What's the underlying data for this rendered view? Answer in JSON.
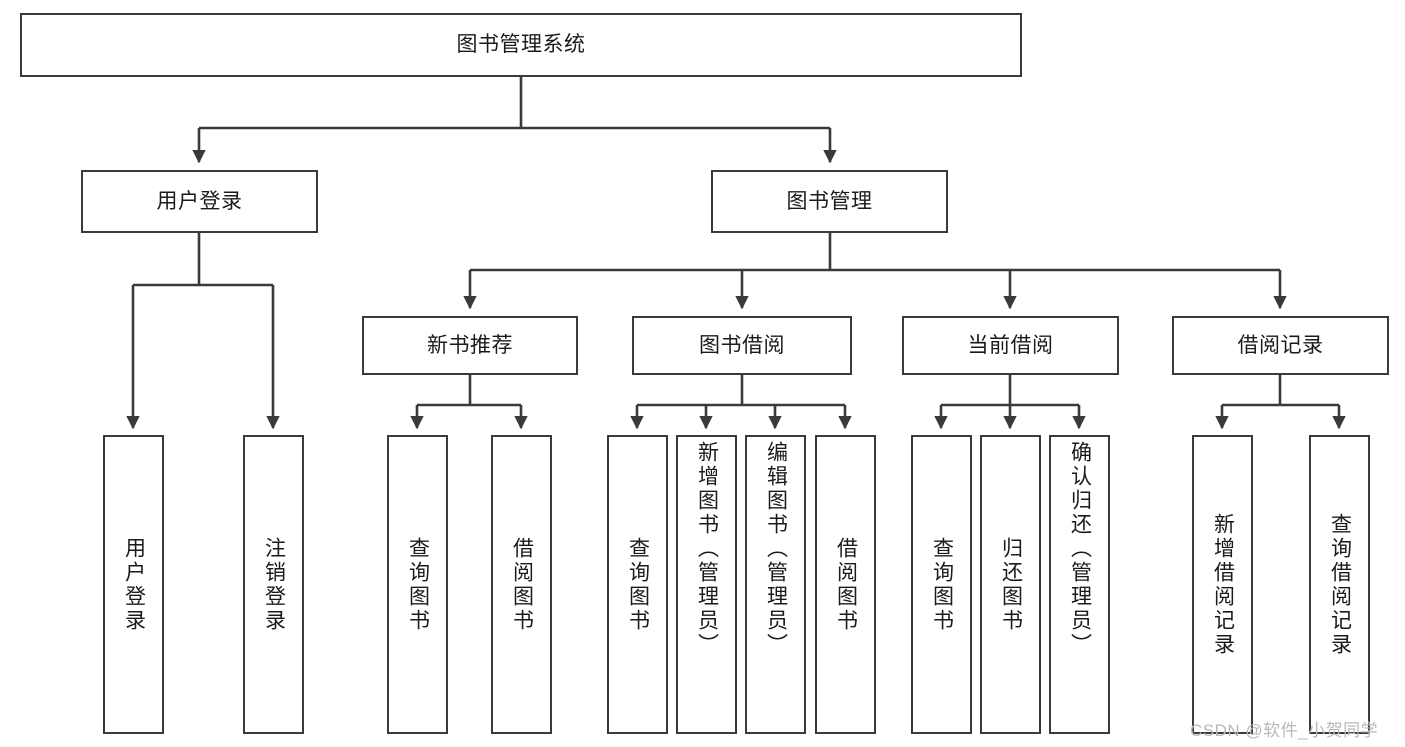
{
  "diagram": {
    "type": "tree",
    "title": "图书管理系统",
    "root": {
      "id": "root",
      "label": "图书管理系统"
    },
    "level2": [
      {
        "id": "user-login",
        "label": "用户登录"
      },
      {
        "id": "book-manage",
        "label": "图书管理"
      }
    ],
    "level3": [
      {
        "id": "new-book-recommend",
        "label": "新书推荐",
        "parent": "book-manage"
      },
      {
        "id": "book-borrow",
        "label": "图书借阅",
        "parent": "book-manage"
      },
      {
        "id": "current-borrow",
        "label": "当前借阅",
        "parent": "book-manage"
      },
      {
        "id": "borrow-record",
        "label": "借阅记录",
        "parent": "book-manage"
      }
    ],
    "leaves": [
      {
        "id": "leaf-user-login",
        "label": "用户登录",
        "parent": "user-login"
      },
      {
        "id": "leaf-user-logout",
        "label": "注销登录",
        "parent": "user-login"
      },
      {
        "id": "leaf-query-book-1",
        "label": "查询图书",
        "parent": "new-book-recommend"
      },
      {
        "id": "leaf-borrow-book-1",
        "label": "借阅图书",
        "parent": "new-book-recommend"
      },
      {
        "id": "leaf-query-book-2",
        "label": "查询图书",
        "parent": "book-borrow"
      },
      {
        "id": "leaf-add-book",
        "label": "新增图书（管理员）",
        "parent": "book-borrow"
      },
      {
        "id": "leaf-edit-book",
        "label": "编辑图书（管理员）",
        "parent": "book-borrow"
      },
      {
        "id": "leaf-borrow-book-2",
        "label": "借阅图书",
        "parent": "book-borrow"
      },
      {
        "id": "leaf-query-book-3",
        "label": "查询图书",
        "parent": "current-borrow"
      },
      {
        "id": "leaf-return-book",
        "label": "归还图书",
        "parent": "current-borrow"
      },
      {
        "id": "leaf-confirm-return",
        "label": "确认归还（管理员）",
        "parent": "current-borrow"
      },
      {
        "id": "leaf-add-record",
        "label": "新增借阅记录",
        "parent": "borrow-record"
      },
      {
        "id": "leaf-query-record",
        "label": "查询借阅记录",
        "parent": "borrow-record"
      }
    ],
    "colors": {
      "stroke": "#3a3a3a",
      "text": "#1b1b1b",
      "background": "#ffffff",
      "watermark": "#b9b9b9"
    }
  },
  "watermark": {
    "text": "CSDN @软件_小贺同学"
  }
}
